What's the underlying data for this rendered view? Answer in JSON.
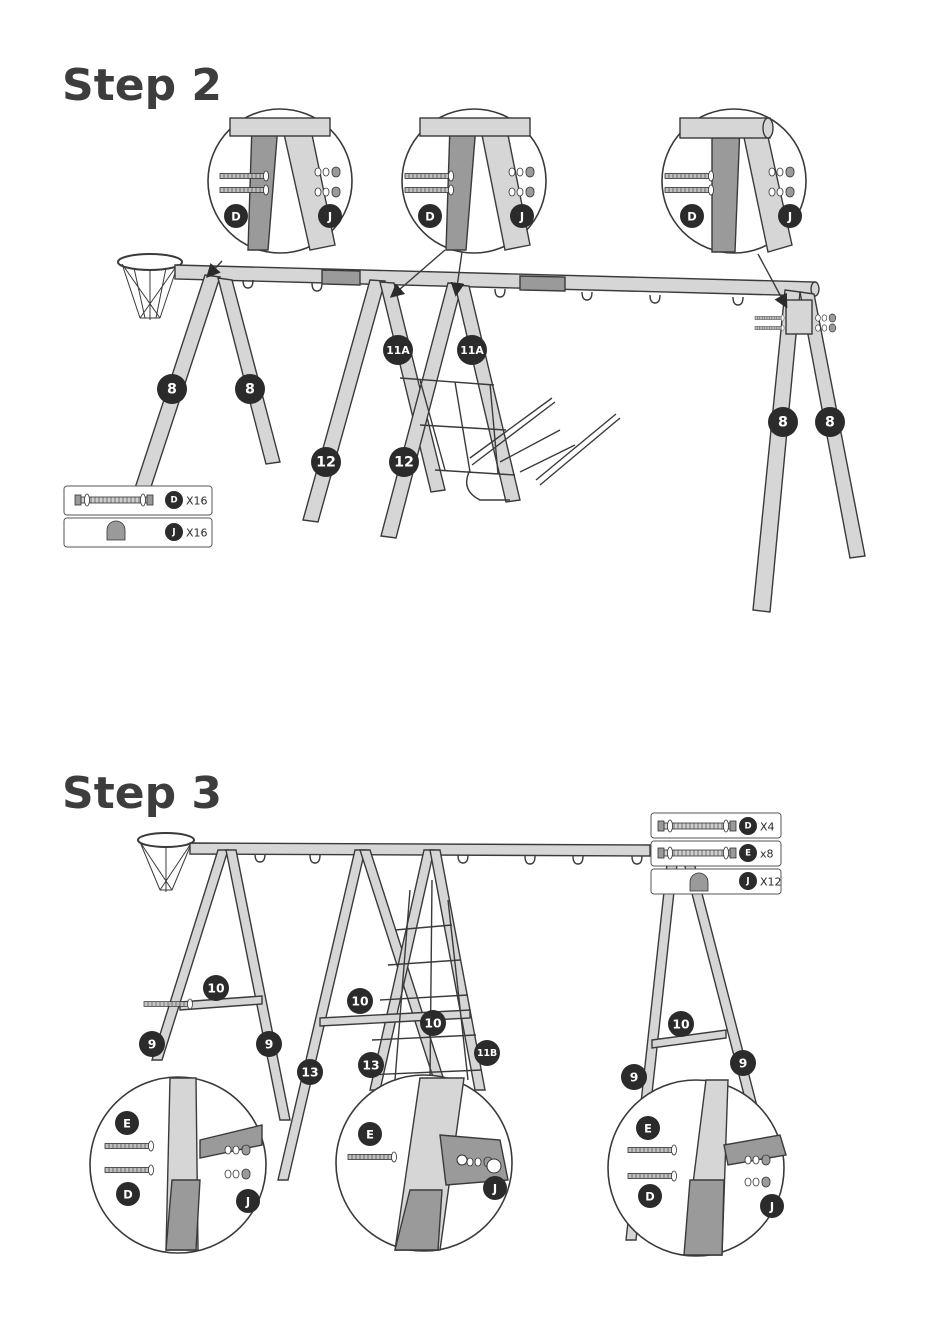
{
  "steps": [
    {
      "title": "Step 2",
      "callout_labels": {
        "left": [
          "D",
          "J"
        ],
        "middle": [
          "D",
          "J"
        ],
        "right": [
          "D",
          "J"
        ]
      },
      "part_labels": [
        "8",
        "8",
        "11A",
        "11A",
        "12",
        "12",
        "8",
        "8"
      ],
      "hardware": [
        {
          "letter": "D",
          "qty": "X16",
          "item": "bolt-icon"
        },
        {
          "letter": "J",
          "qty": "X16",
          "item": "cap-nut-icon"
        }
      ]
    },
    {
      "title": "Step 3",
      "callout_labels": {
        "left": [
          "E",
          "D",
          "J"
        ],
        "middle": [
          "E",
          "J"
        ],
        "right": [
          "E",
          "D",
          "J"
        ]
      },
      "part_labels": [
        "10",
        "10",
        "10",
        "10",
        "9",
        "9",
        "13",
        "13",
        "11B",
        "9",
        "9"
      ],
      "hardware": [
        {
          "letter": "D",
          "qty": "X4",
          "item": "bolt-icon"
        },
        {
          "letter": "E",
          "qty": "x8",
          "item": "bolt-icon"
        },
        {
          "letter": "J",
          "qty": "X12",
          "item": "cap-nut-icon"
        }
      ]
    }
  ],
  "colors": {
    "badge": "#2b2b2b",
    "pole": "#d6d6d6",
    "pole_dark": "#9a9a9a",
    "line": "#3a3a3a"
  }
}
